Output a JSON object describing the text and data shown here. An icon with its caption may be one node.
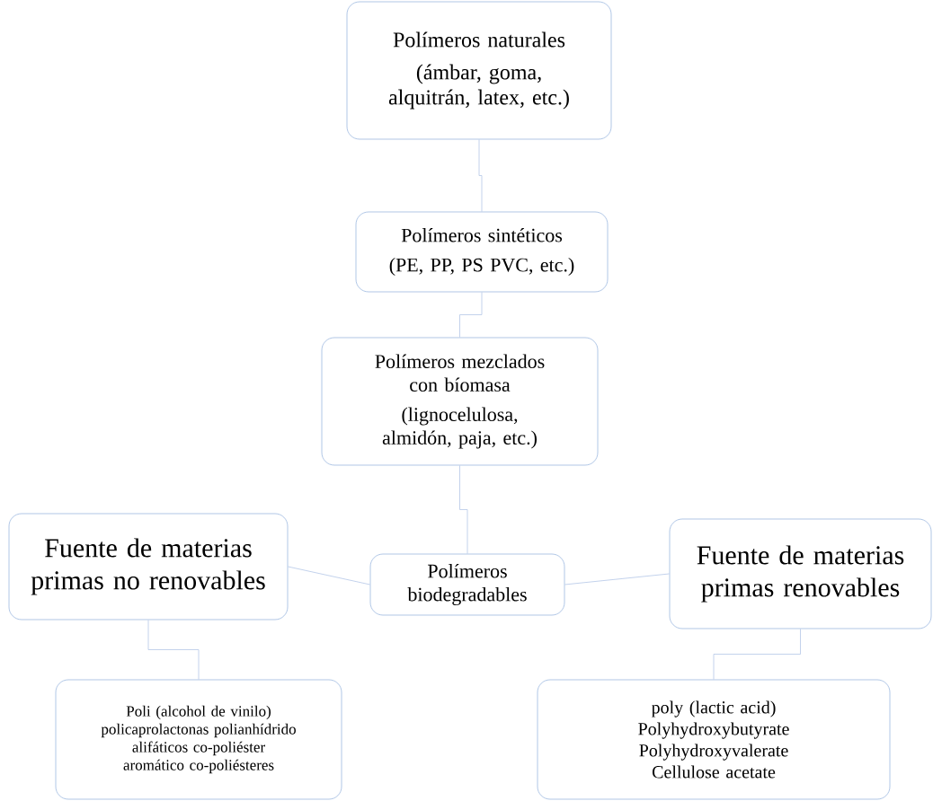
{
  "diagram": {
    "nodes": [
      {
        "text": [
          "Polímeros naturales",
          "(ámbar, goma, alquitrán, latex, etc.)"
        ]
      },
      {
        "text": [
          "Polímeros sintéticos",
          "(PE, PP, PS PVC, etc.)"
        ]
      },
      {
        "text": [
          "Polímeros mezclados con bíomasa",
          "(lignocelulosa, almidón, paja, etc.)"
        ]
      },
      {
        "text": [
          "Polímeros biodegradables"
        ]
      },
      {
        "text": [
          "Fuente de materias primas no renovables"
        ]
      },
      {
        "text": [
          "Fuente de materias primas renovables"
        ]
      },
      {
        "text": [
          "Poli (alcohol de vinilo) policaprolactonas polianhídrido alifáticos co-poliéster aromático co-poliésteres"
        ]
      },
      {
        "text": [
          "poly (lactic acid) Polyhydroxybutyrate Polyhydroxyvalerate Cellulose acetate"
        ]
      }
    ],
    "edges": [
      {
        "from": 0,
        "to": 1,
        "arrow": "none"
      },
      {
        "from": 1,
        "to": 2,
        "arrow": "none"
      },
      {
        "from": 2,
        "to": 3,
        "arrow": "none"
      },
      {
        "from": 3,
        "to": 4,
        "arrow": "none"
      },
      {
        "from": 3,
        "to": 5,
        "arrow": "none"
      },
      {
        "from": 4,
        "to": 6,
        "arrow": "none"
      },
      {
        "from": 5,
        "to": 7,
        "arrow": "none"
      }
    ]
  }
}
